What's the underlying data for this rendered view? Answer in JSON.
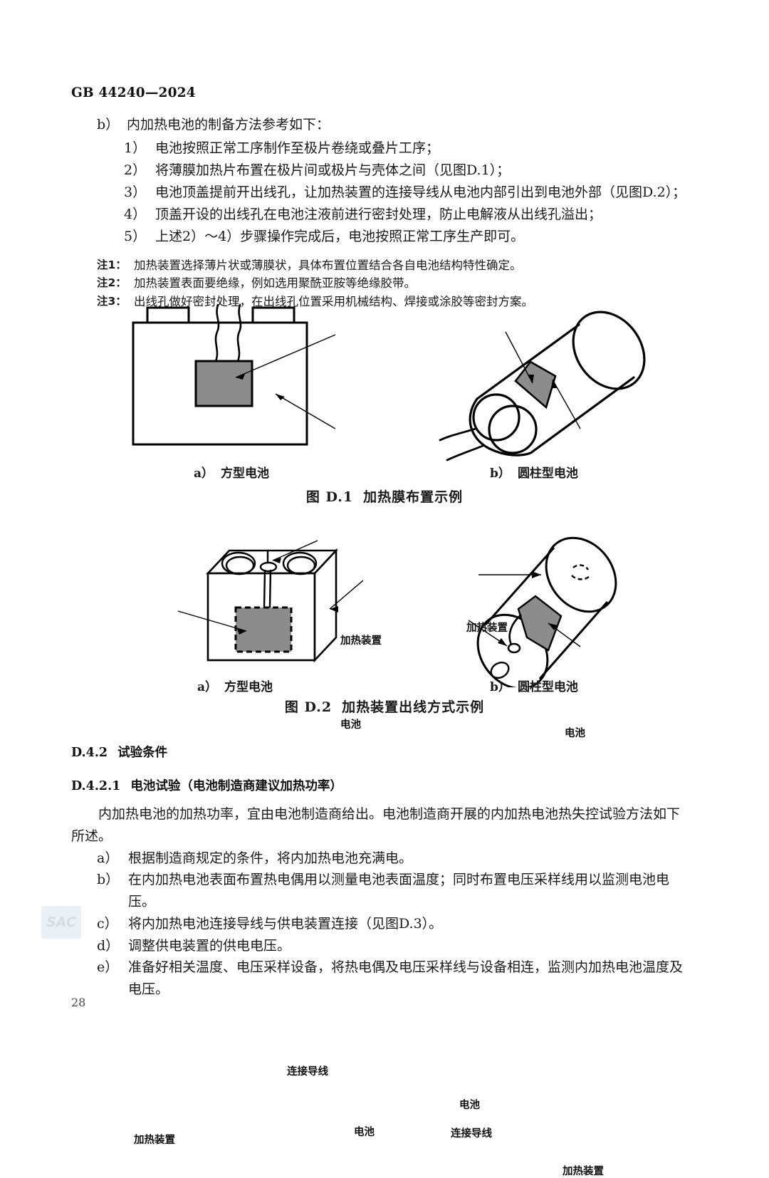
{
  "header": {
    "standard_no": "GB 44240—2024"
  },
  "folio": {
    "page_number": "28"
  },
  "watermark": {
    "text": "SAC"
  },
  "colors": {
    "heater_gray": "#8c8c8c",
    "ink": "#1a1a1a",
    "watermark": "#ccd6e6"
  },
  "list_b": {
    "marker": "b）",
    "text": "内加热电池的制备方法参考如下："
  },
  "sub_items": [
    {
      "marker": "1）",
      "text": "电池按照正常工序制作至极片卷绕或叠片工序；"
    },
    {
      "marker": "2）",
      "text": "将薄膜加热片布置在极片间或极片与壳体之间（见图D.1）；"
    },
    {
      "marker": "3）",
      "text": "电池顶盖提前开出线孔，让加热装置的连接导线从电池内部引出到电池外部（见图D.2）；"
    },
    {
      "marker": "4）",
      "text": "顶盖开设的出线孔在电池注液前进行密封处理，防止电解液从出线孔溢出；"
    },
    {
      "marker": "5）",
      "text": "上述2）～4）步骤操作完成后，电池按照正常工序生产即可。"
    }
  ],
  "notes": [
    {
      "marker": "注1：",
      "text": "加热装置选择薄片状或薄膜状，具体布置位置结合各自电池结构特性确定。"
    },
    {
      "marker": "注2：",
      "text": "加热装置表面要绝缘，例如选用聚酰亚胺等绝缘胶带。"
    },
    {
      "marker": "注3：",
      "text": "出线孔做好密封处理，在出线孔位置采用机械结构、焊接或涂胶等密封方案。"
    }
  ],
  "figure_d1": {
    "caption_num": "图 D.1",
    "caption_text": "加热膜布置示例",
    "panel_a": {
      "sub_letter": "a）",
      "sub_text": "方型电池",
      "label_heater": "加热装置",
      "label_battery": "电池"
    },
    "panel_b": {
      "sub_letter": "b）",
      "sub_text": "圆柱型电池",
      "label_heater": "加热装置",
      "label_battery": "电池"
    }
  },
  "figure_d2": {
    "caption_num": "图 D.2",
    "caption_text": "加热装置出线方式示例",
    "panel_a": {
      "sub_letter": "a）",
      "sub_text": "方型电池",
      "label_wire": "连接导线",
      "label_heater": "加热装置",
      "label_battery": "电池"
    },
    "panel_b": {
      "sub_letter": "b）",
      "sub_text": "圆柱型电池",
      "label_battery": "电池",
      "label_wire": "连接导线",
      "label_heater": "加热装置"
    }
  },
  "heading_d42": {
    "num": "D.4.2",
    "title": "试验条件"
  },
  "heading_d421": {
    "num": "D.4.2.1",
    "title": "电池试验（电池制造商建议加热功率）"
  },
  "body_para": "内加热电池的加热功率，宜由电池制造商给出。电池制造商开展的内加热电池热失控试验方法如下所述。",
  "list_a": [
    {
      "marker": "a）",
      "text": "根据制造商规定的条件，将内加热电池充满电。"
    },
    {
      "marker": "b）",
      "text": "在内加热电池表面布置热电偶用以测量电池表面温度；同时布置电压采样线用以监测电池电压。"
    },
    {
      "marker": "c）",
      "text": "将内加热电池连接导线与供电装置连接（见图D.3）。"
    },
    {
      "marker": "d）",
      "text": "调整供电装置的供电电压。"
    },
    {
      "marker": "e）",
      "text": "准备好相关温度、电压采样设备，将热电偶及电压采样线与设备相连，监测内加热电池温度及电压。"
    }
  ]
}
